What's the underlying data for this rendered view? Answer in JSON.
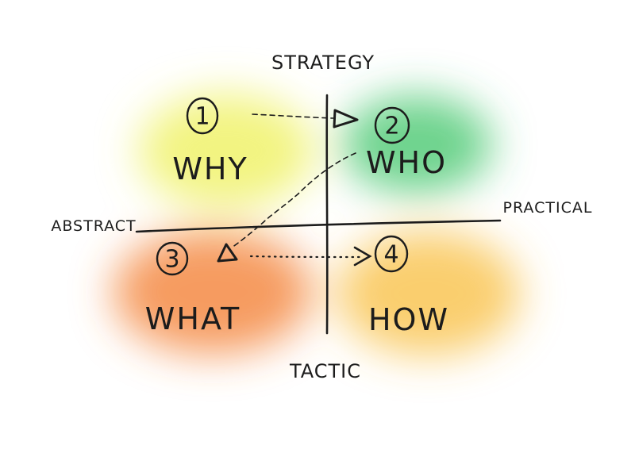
{
  "axes": {
    "top": "STRATEGY",
    "bottom": "TACTIC",
    "left": "ABSTRACT",
    "right": "PRACTICAL"
  },
  "quadrants": [
    {
      "number": "1",
      "label": "WHY",
      "color": "#eef056"
    },
    {
      "number": "2",
      "label": "WHO",
      "color": "#3fc467"
    },
    {
      "number": "3",
      "label": "WHAT",
      "color": "#f4823a"
    },
    {
      "number": "4",
      "label": "HOW",
      "color": "#f8bd3e"
    }
  ],
  "colors": {
    "ink": "#1c1c1c"
  }
}
